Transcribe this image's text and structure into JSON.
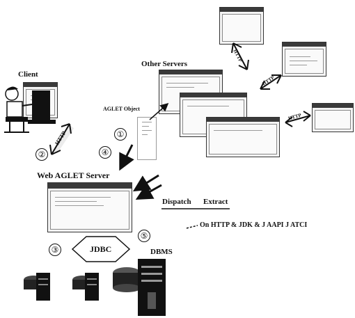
{
  "labels": {
    "client": "Client",
    "other_servers": "Other Servers",
    "aglet_object": "AGLET Object",
    "web_aglet_server": "Web AGLET Server",
    "dispatch": "Dispatch",
    "extract": "Extract",
    "platform": "On HTTP & JDK & J AAPI J ATCI",
    "dbms": "DBMS",
    "jdbc": "JDBC",
    "http": "HTTP"
  },
  "steps": [
    "①",
    "②",
    "③",
    "④",
    "⑤"
  ],
  "colors": {
    "ink": "#111111",
    "window_title": "#3a3a3a",
    "window_body": "#f4f4f4"
  }
}
